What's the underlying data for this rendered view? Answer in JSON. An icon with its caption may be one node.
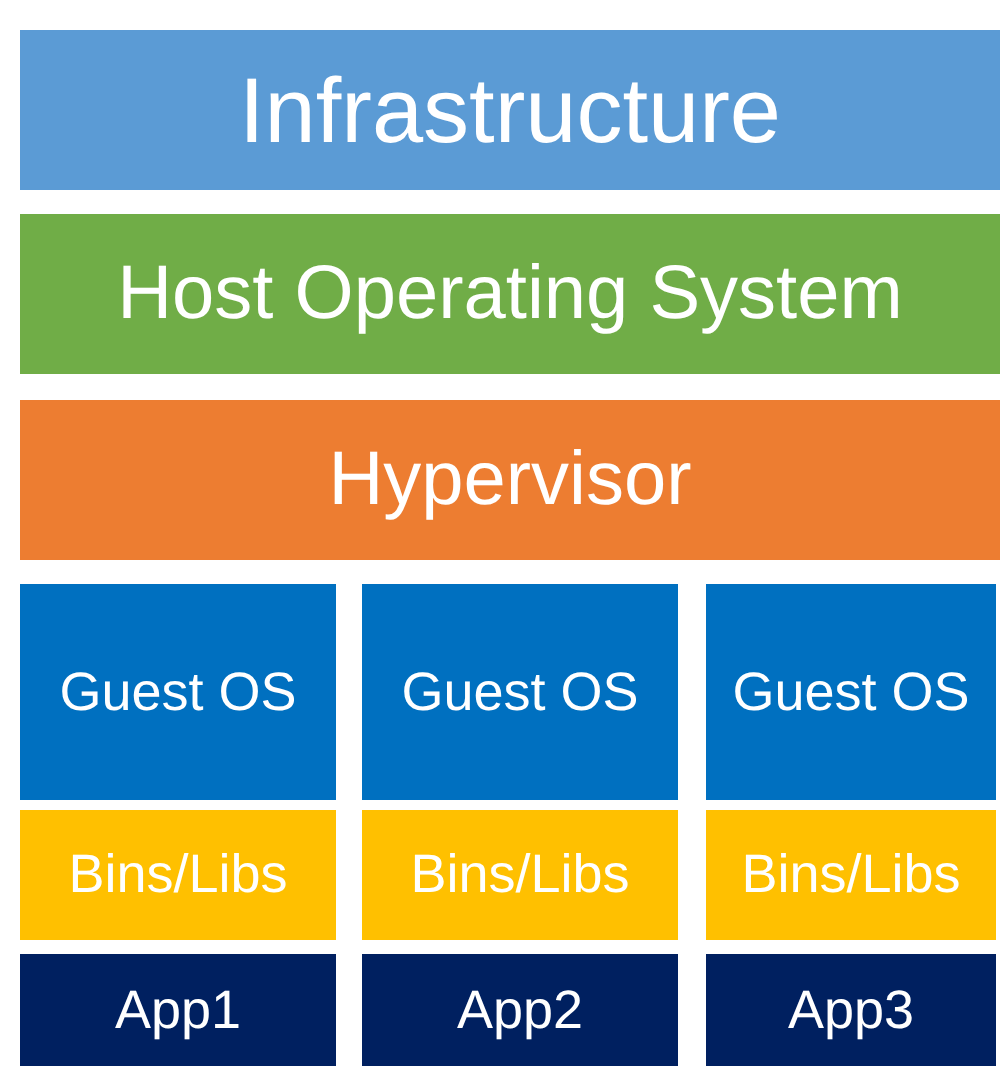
{
  "diagram": {
    "nodes": [
      {
        "text": [
          "Infrastructure"
        ]
      },
      {
        "text": [
          "Host Operating System"
        ]
      },
      {
        "text": [
          "Hypervisor"
        ]
      },
      {
        "text": [
          "Guest OS"
        ]
      },
      {
        "text": [
          "Guest OS"
        ]
      },
      {
        "text": [
          "Guest OS"
        ]
      },
      {
        "text": [
          "Bins/Libs"
        ]
      },
      {
        "text": [
          "Bins/Libs"
        ]
      },
      {
        "text": [
          "Bins/Libs"
        ]
      },
      {
        "text": [
          "App1"
        ]
      },
      {
        "text": [
          "App2"
        ]
      },
      {
        "text": [
          "App3"
        ]
      }
    ]
  }
}
